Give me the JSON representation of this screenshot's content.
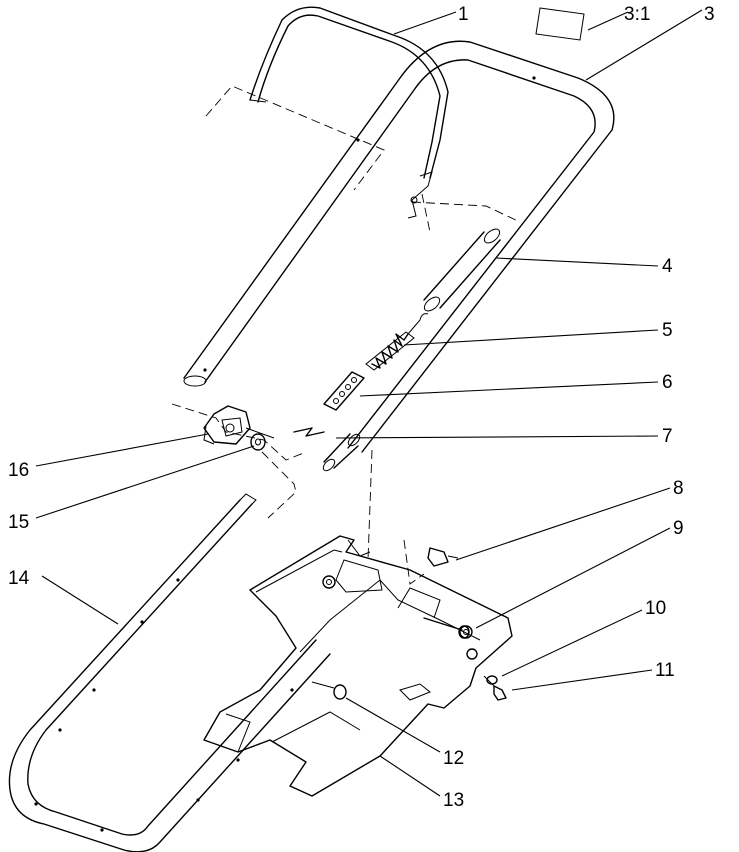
{
  "callouts": [
    {
      "id": "c1",
      "label": "1"
    },
    {
      "id": "c3-1",
      "label": "3:1"
    },
    {
      "id": "c3",
      "label": "3"
    },
    {
      "id": "c4",
      "label": "4"
    },
    {
      "id": "c5",
      "label": "5"
    },
    {
      "id": "c6",
      "label": "6"
    },
    {
      "id": "c7",
      "label": "7"
    },
    {
      "id": "c8",
      "label": "8"
    },
    {
      "id": "c9",
      "label": "9"
    },
    {
      "id": "c10",
      "label": "10"
    },
    {
      "id": "c11",
      "label": "11"
    },
    {
      "id": "c12",
      "label": "12"
    },
    {
      "id": "c13",
      "label": "13"
    },
    {
      "id": "c14",
      "label": "14"
    },
    {
      "id": "c15",
      "label": "15"
    },
    {
      "id": "c16",
      "label": "16"
    }
  ]
}
